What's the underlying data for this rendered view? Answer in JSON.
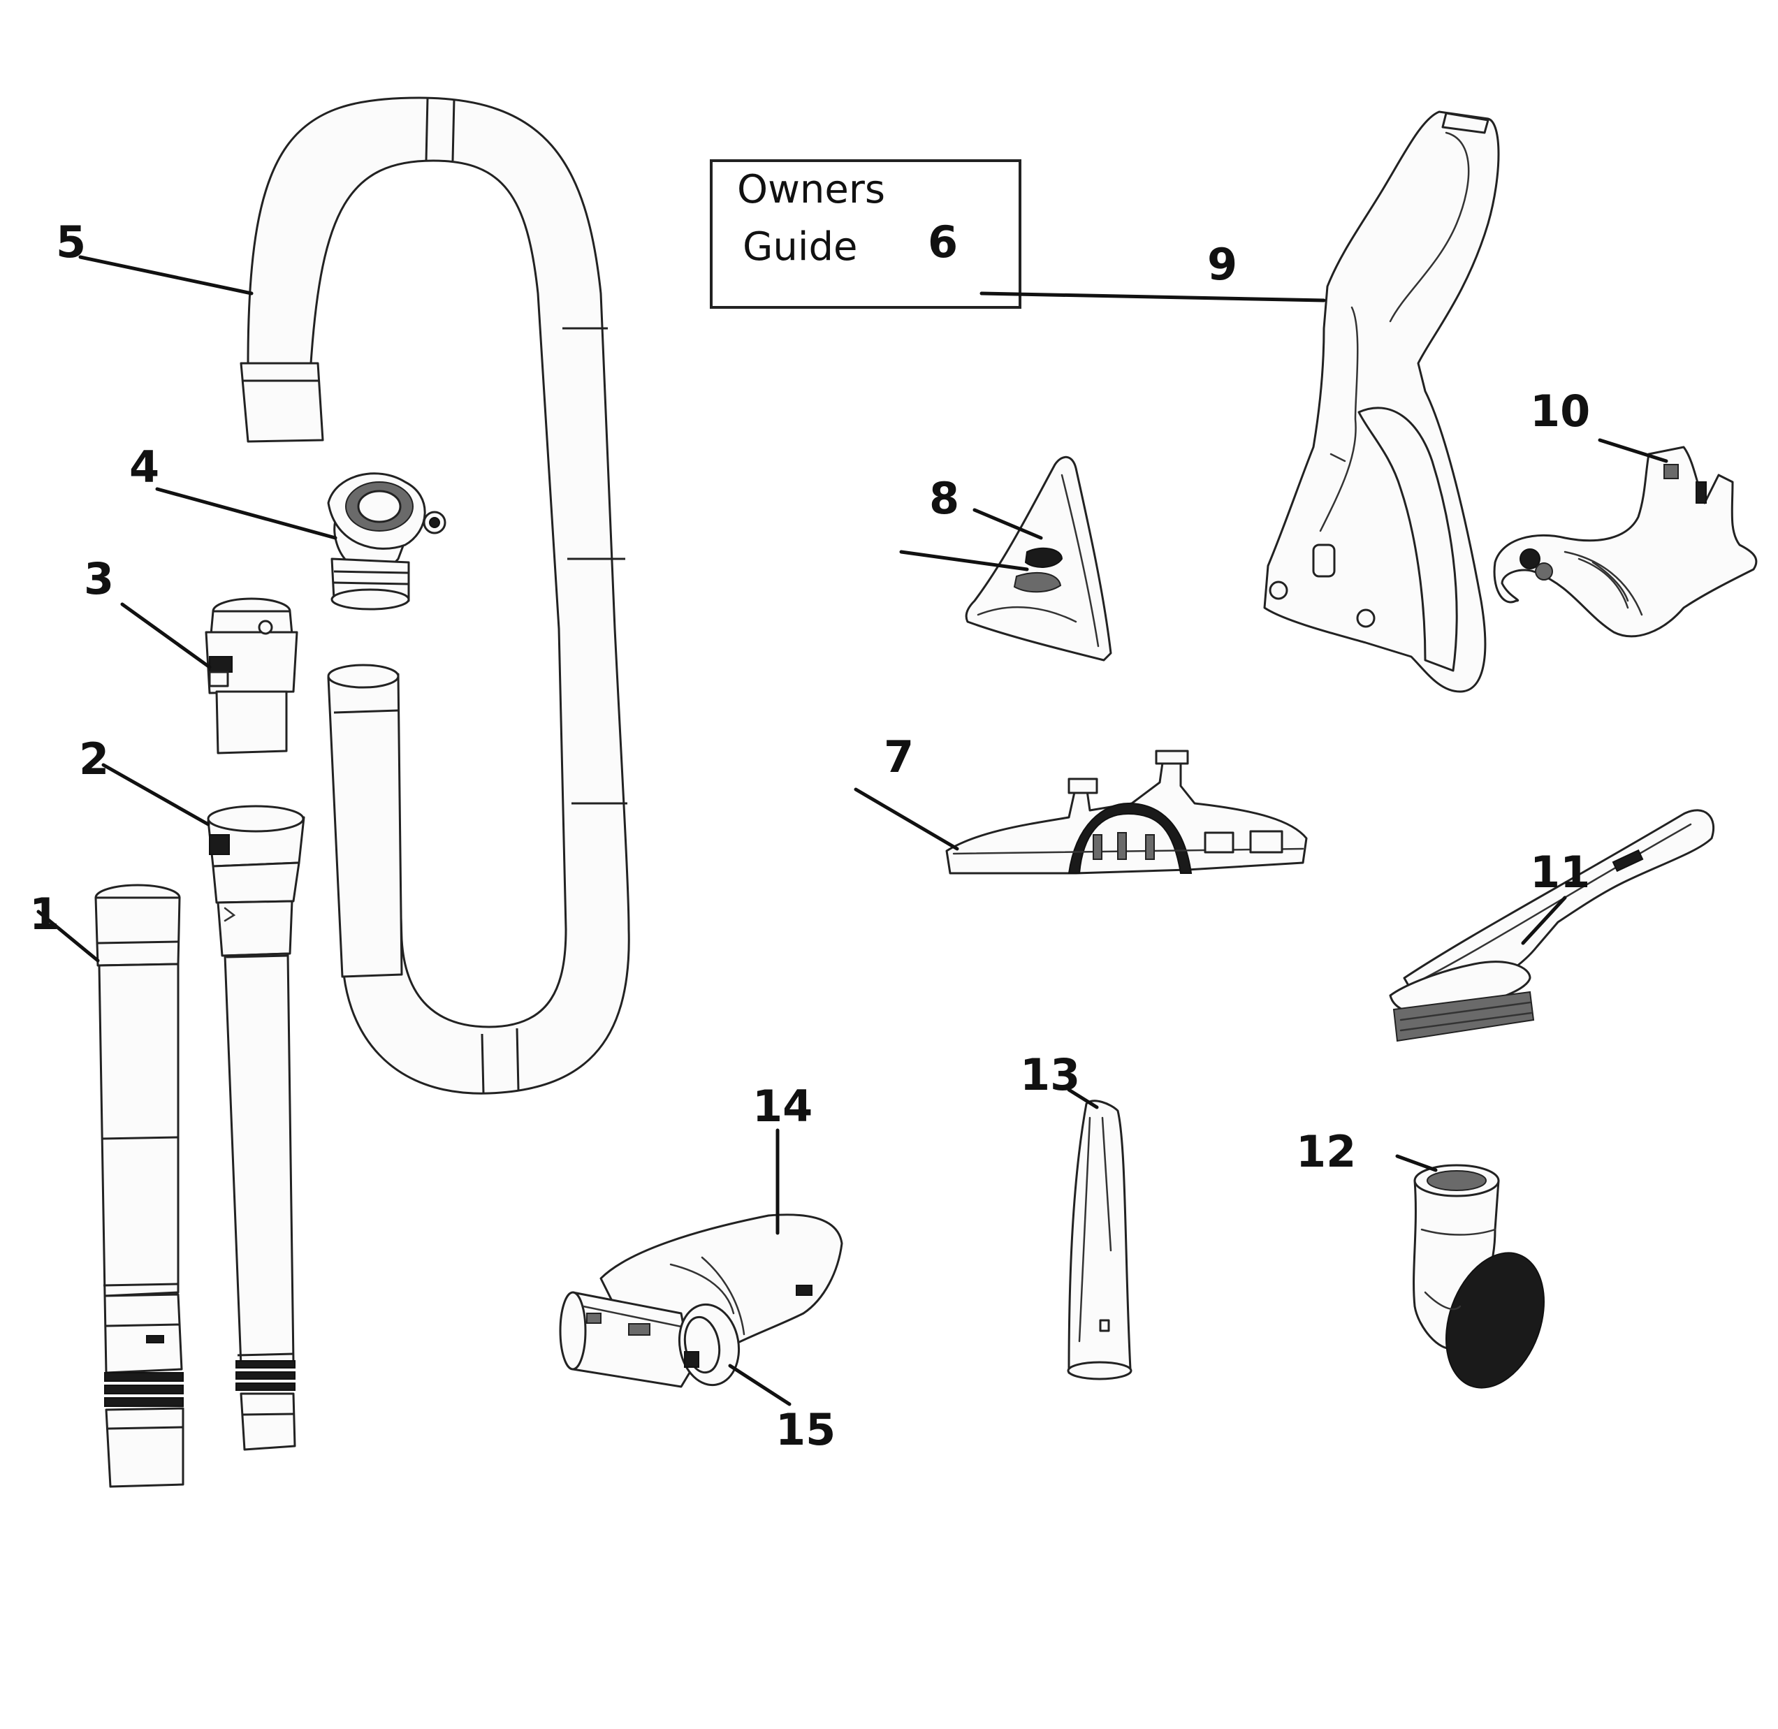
{
  "diagram": {
    "owners_guide": {
      "line1": "Owners",
      "line2": "Guide",
      "number": "6"
    },
    "callouts": [
      "1",
      "2",
      "3",
      "4",
      "5",
      "7",
      "8",
      "9",
      "10",
      "11",
      "12",
      "13",
      "14",
      "15"
    ]
  }
}
